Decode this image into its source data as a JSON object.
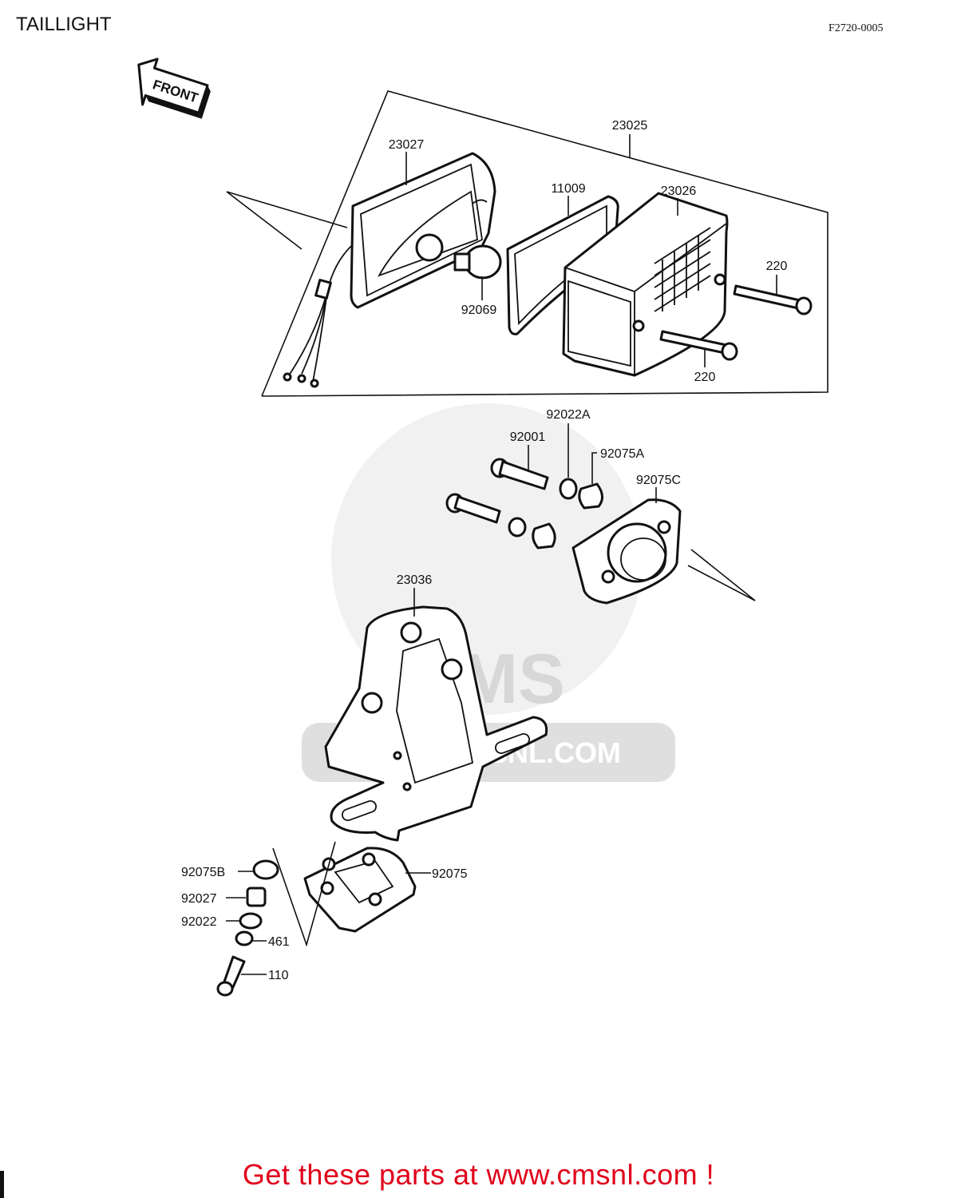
{
  "title": "TAILLIGHT",
  "figure_code": "F2720-0005",
  "front_label": "FRONT",
  "watermark": {
    "main": "CMS",
    "url": "WWW.CMSNL.COM"
  },
  "cta": "Get these parts at www.cmsnl.com !",
  "parts": {
    "p23025": "23025",
    "p23027": "23027",
    "p11009": "11009",
    "p23026": "23026",
    "p220a": "220",
    "p220b": "220",
    "p92069": "92069",
    "p92022a": "92022A",
    "p92001": "92001",
    "p92075a": "92075A",
    "p92075c": "92075C",
    "p23036": "23036",
    "p92075b": "92075B",
    "p92027": "92027",
    "p92022": "92022",
    "p461": "461",
    "p110": "110",
    "p92075": "92075"
  },
  "colors": {
    "cta": "#e0001a",
    "line": "#111111",
    "watermark": "#d7d7d7"
  }
}
